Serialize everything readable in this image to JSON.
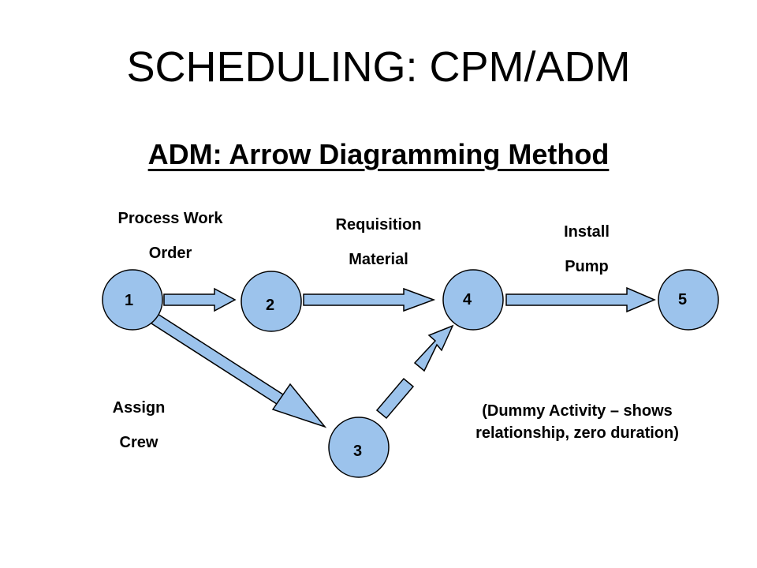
{
  "title": "SCHEDULING: CPM/ADM",
  "subtitle": "ADM: Arrow Diagramming Method",
  "nodes": [
    {
      "id": "1",
      "label": "1"
    },
    {
      "id": "2",
      "label": "2"
    },
    {
      "id": "3",
      "label": "3"
    },
    {
      "id": "4",
      "label": "4"
    },
    {
      "id": "5",
      "label": "5"
    }
  ],
  "activities": [
    {
      "from": "1",
      "to": "2",
      "label_lines": [
        "Process Work",
        "Order"
      ]
    },
    {
      "from": "2",
      "to": "4",
      "label_lines": [
        "Requisition",
        "Material"
      ]
    },
    {
      "from": "4",
      "to": "5",
      "label_lines": [
        "Install",
        "Pump"
      ]
    },
    {
      "from": "1",
      "to": "3",
      "label_lines": [
        "Assign",
        "Crew"
      ]
    },
    {
      "from": "3",
      "to": "4",
      "dummy": true,
      "label_lines": [
        "(Dummy Activity – shows",
        "relationship, zero duration)"
      ]
    }
  ],
  "colors": {
    "node_fill": "#9cc3ec",
    "arrow_fill": "#9cc3ec",
    "stroke": "#000000"
  }
}
